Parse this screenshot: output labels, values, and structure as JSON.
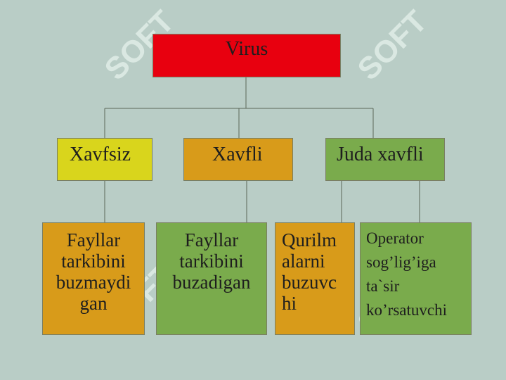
{
  "root": {
    "label": "Virus"
  },
  "categories": [
    {
      "label": "Xavfsiz"
    },
    {
      "label": "Xavfli"
    },
    {
      "label": "Juda xavfli"
    }
  ],
  "effects": [
    {
      "lines": [
        "Fayllar",
        "tarkibini",
        "buzmaydi",
        "gan"
      ]
    },
    {
      "lines": [
        "Fayllar",
        "tarkibini",
        "buzadigan"
      ]
    },
    {
      "lines": [
        "Qurilm",
        "alarni",
        "buzuvc",
        "hi"
      ]
    },
    {
      "lines": [
        "Operator",
        "sog’lig’iga",
        "ta`sir",
        "ko’rsatuvchi"
      ]
    }
  ],
  "watermark": {
    "text": "SOFT",
    "icon": "soft-logo-icon",
    "color": "#f5fff9"
  },
  "colors": {
    "background": "#b9cdc6",
    "root": "#e8000f",
    "yellow": "#d9d51c",
    "orange": "#d89b1a",
    "green": "#7aab4c",
    "line": "#5c6658"
  }
}
